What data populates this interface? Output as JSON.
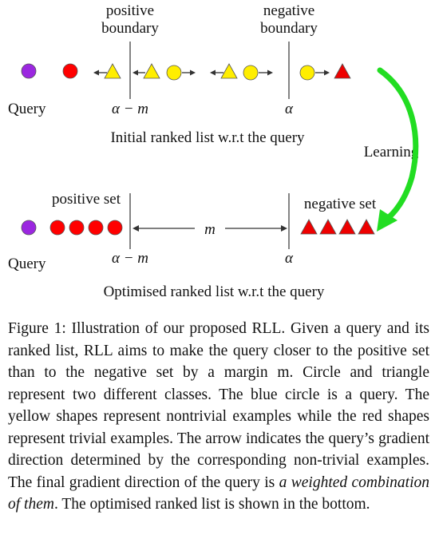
{
  "labels": {
    "pos_boundary_1": "positive",
    "pos_boundary_2": "boundary",
    "neg_boundary_1": "negative",
    "neg_boundary_2": "boundary",
    "query_top": "Query",
    "alpha_minus_m_top": "α − m",
    "alpha_top": "α",
    "initial_list": "Initial ranked list  w.r.t the query",
    "learning": "Learning",
    "positive_set": "positive set",
    "negative_set": "negative set",
    "m": "m",
    "query_bottom": "Query",
    "alpha_minus_m_bottom": "α − m",
    "alpha_bottom": "α",
    "optimised_list": "Optimised ranked list w.r.t the query"
  },
  "caption": {
    "label": "Figure 1:",
    "before_emphasis": "Illustration of our proposed RLL. Given a query and its ranked list, RLL aims to make the query closer to the positive set than to the negative set by a margin m. Circle and triangle represent two different classes. The blue circle is a query. The yellow shapes represent nontrivial examples while the red shapes represent trivial examples. The arrow indicates the query’s gradient direction determined by the corresponding non-trivial examples. The final gradient direction of the query is",
    "emphasis": "a weighted combination of them",
    "after_emphasis": ". The optimised ranked list is shown in the bottom."
  },
  "colors": {
    "query": "#9b27e0",
    "trivial": "#ff0000",
    "nontrivial": "#ffee00",
    "learning_arrow": "#22dd22"
  }
}
